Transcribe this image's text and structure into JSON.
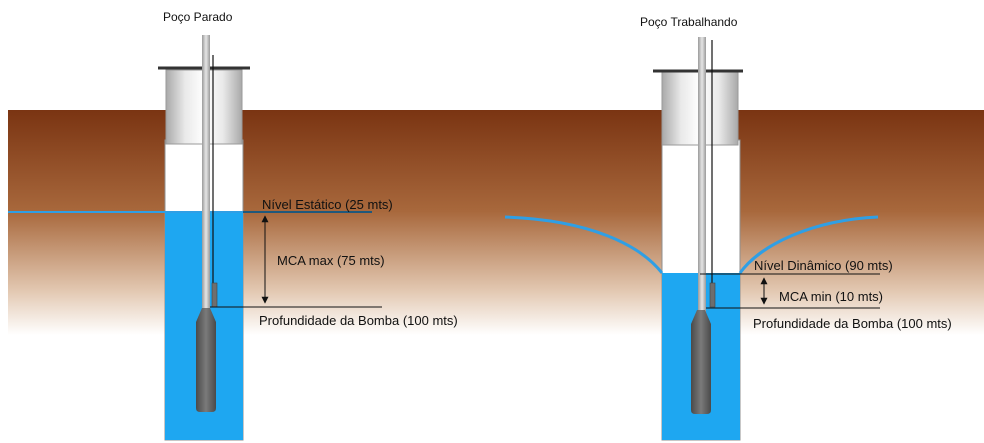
{
  "colors": {
    "soil_top": "#7a3412",
    "soil_mid": "#b07a4e",
    "soil_bottom": "#ffffff",
    "water": "#1ea7f1",
    "water_line": "#2f9fe5",
    "pump": "#5e5e5e",
    "casing_frame": "#8f8f8f"
  },
  "left_well": {
    "title": "Poço Parado",
    "static_level_label": "Nível Estático (25 mts)",
    "mca_label": "MCA max (75 mts)",
    "pump_depth_label": "Profundidade da Bomba (100 mts)"
  },
  "right_well": {
    "title": "Poço Trabalhando",
    "dynamic_level_label": "Nível Dinâmico (90 mts)",
    "mca_label": "MCA min (10 mts)",
    "pump_depth_label": "Profundidade da Bomba (100 mts)"
  }
}
